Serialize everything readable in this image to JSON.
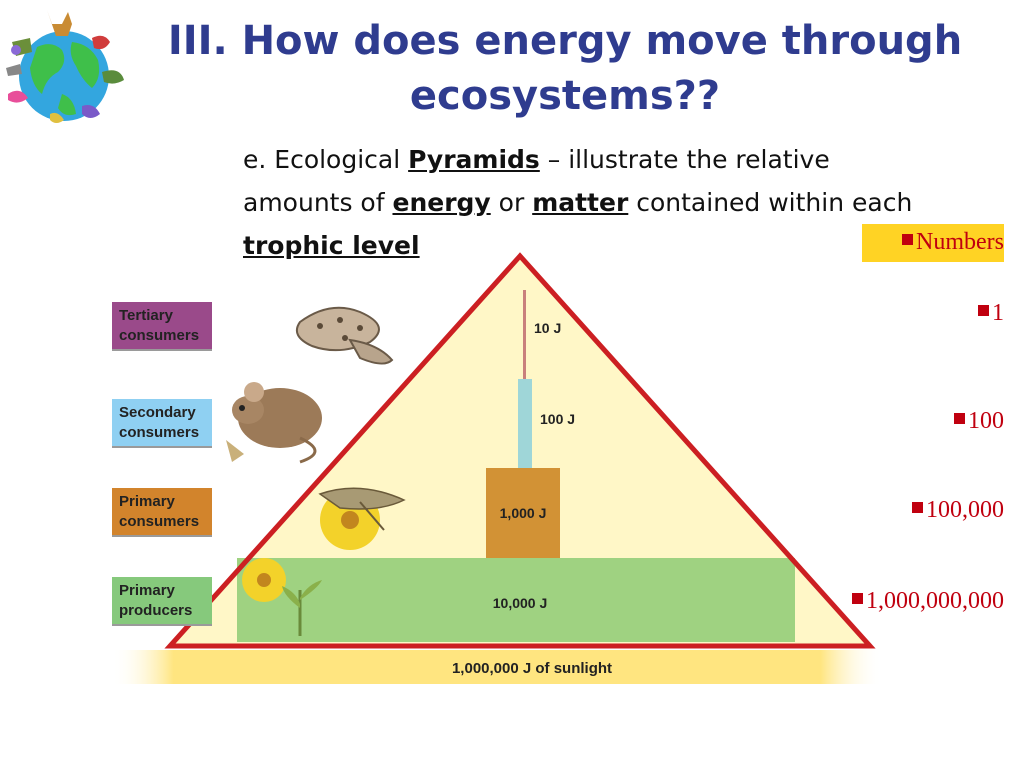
{
  "slide": {
    "title": "III.  How does energy move through ecosystems??",
    "body": {
      "prefix": "e. Ecological ",
      "pyramids": "Pyramids",
      "dash": " – illustrate the relative amounts of ",
      "energy": "energy",
      "or": " or ",
      "matter": "matter",
      "contained": " contained within each ",
      "trophic": "trophic level"
    },
    "numbers_heading": "Numbers",
    "numbers": [
      "1",
      "100",
      "100,000",
      "1,000,000,000"
    ]
  },
  "levels": [
    {
      "label": "Tertiary consumers",
      "color": "#9a4a8a"
    },
    {
      "label": "Secondary consumers",
      "color": "#8fd0f2"
    },
    {
      "label": "Primary consumers",
      "color": "#d2842c"
    },
    {
      "label": "Primary producers",
      "color": "#86c97c"
    }
  ],
  "energy_bars": [
    {
      "label": "10 J",
      "color": "#c9807c"
    },
    {
      "label": "100 J",
      "color": "#9fd6d8"
    },
    {
      "label": "1,000 J",
      "color": "#d29235"
    },
    {
      "label": "10,000 J",
      "color": "#9fd281"
    }
  ],
  "sunlight": {
    "label": "1,000,000 J of sunlight",
    "color": "#ffe580"
  },
  "colors": {
    "pyramid_outline": "#cc1f22",
    "pyramid_fill": "#fff7c7",
    "title": "#2f3c8f",
    "accent_red": "#c0000f"
  },
  "icons": [
    "globe-with-animals-icon",
    "snake-icon",
    "mouse-icon",
    "grasshopper-icon",
    "flower-icon",
    "plant-icon"
  ]
}
